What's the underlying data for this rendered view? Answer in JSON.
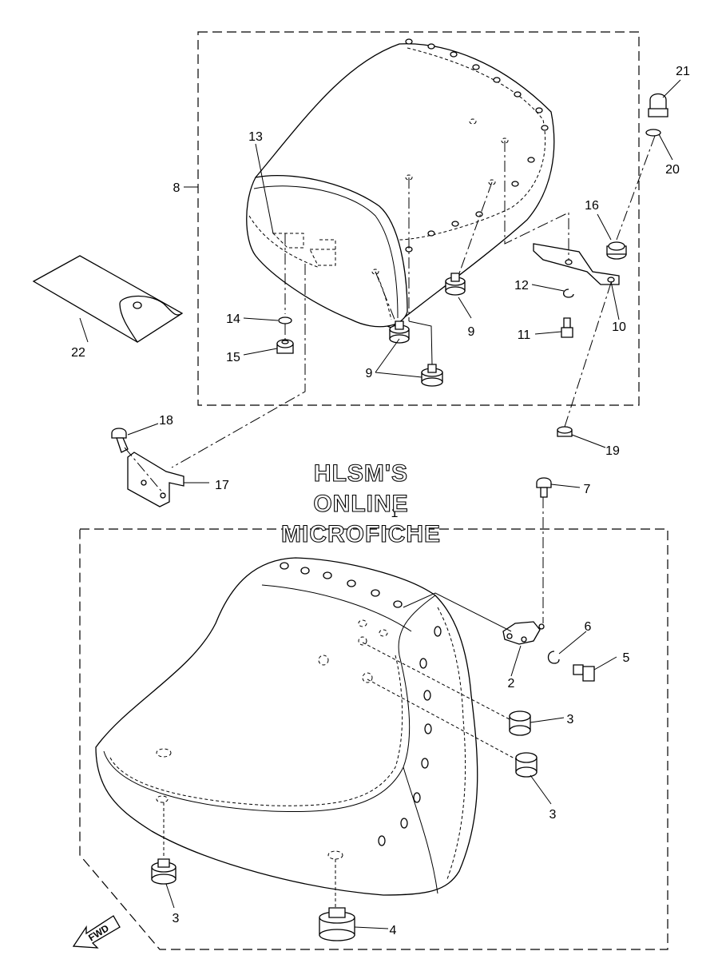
{
  "watermark": {
    "line1": "HLSM'S",
    "line2": "ONLINE",
    "line3": "MICROFICHE"
  },
  "direction_label": "FWD",
  "callouts": [
    "1",
    "2",
    "3",
    "3",
    "3",
    "4",
    "5",
    "6",
    "7",
    "8",
    "9",
    "9",
    "10",
    "11",
    "12",
    "13",
    "14",
    "15",
    "16",
    "17",
    "18",
    "19",
    "20",
    "21",
    "22"
  ]
}
